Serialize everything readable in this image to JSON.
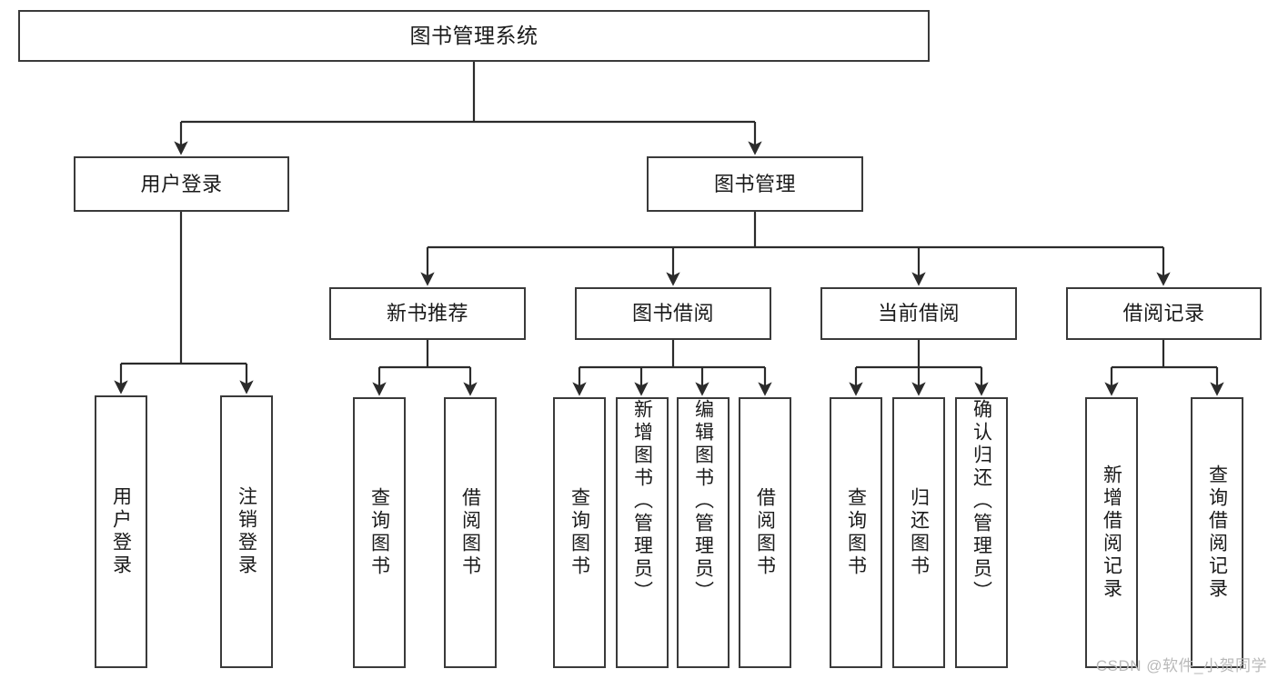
{
  "diagram": {
    "title": "图书管理系统",
    "root": {
      "id": "root",
      "label": "图书管理系统"
    },
    "level2": [
      {
        "id": "user-login",
        "label": "用户登录"
      },
      {
        "id": "book-management",
        "label": "图书管理"
      }
    ],
    "level3": [
      {
        "id": "new-book-recommend",
        "label": "新书推荐"
      },
      {
        "id": "book-borrow",
        "label": "图书借阅"
      },
      {
        "id": "current-borrow",
        "label": "当前借阅"
      },
      {
        "id": "borrow-record",
        "label": "借阅记录"
      }
    ],
    "leaves": [
      {
        "id": "leaf-user-login",
        "label": "用户登录",
        "parent": "user-login"
      },
      {
        "id": "leaf-user-logout",
        "label": "注销登录",
        "parent": "user-login"
      },
      {
        "id": "leaf-query-book-1",
        "label": "查询图书",
        "parent": "new-book-recommend"
      },
      {
        "id": "leaf-borrow-book-1",
        "label": "借阅图书",
        "parent": "new-book-recommend"
      },
      {
        "id": "leaf-query-book-2",
        "label": "查询图书",
        "parent": "book-borrow"
      },
      {
        "id": "leaf-add-book",
        "label": "新增图书（管理员）",
        "parent": "book-borrow"
      },
      {
        "id": "leaf-edit-book",
        "label": "编辑图书（管理员）",
        "parent": "book-borrow"
      },
      {
        "id": "leaf-borrow-book-2",
        "label": "借阅图书",
        "parent": "book-borrow"
      },
      {
        "id": "leaf-query-book-3",
        "label": "查询图书",
        "parent": "current-borrow"
      },
      {
        "id": "leaf-return-book",
        "label": "归还图书",
        "parent": "current-borrow"
      },
      {
        "id": "leaf-confirm-return",
        "label": "确认归还（管理员）",
        "parent": "current-borrow"
      },
      {
        "id": "leaf-add-record",
        "label": "新增借阅记录",
        "parent": "borrow-record"
      },
      {
        "id": "leaf-query-record",
        "label": "查询借阅记录",
        "parent": "borrow-record"
      }
    ]
  },
  "watermark": {
    "text": "CSDN @软件_小贺同学"
  },
  "colors": {
    "box_border": "#3a3a3a",
    "connector": "#2b2b2b",
    "text": "#1a1a1a",
    "background": "#ffffff",
    "watermark": "#b9b9b9"
  }
}
